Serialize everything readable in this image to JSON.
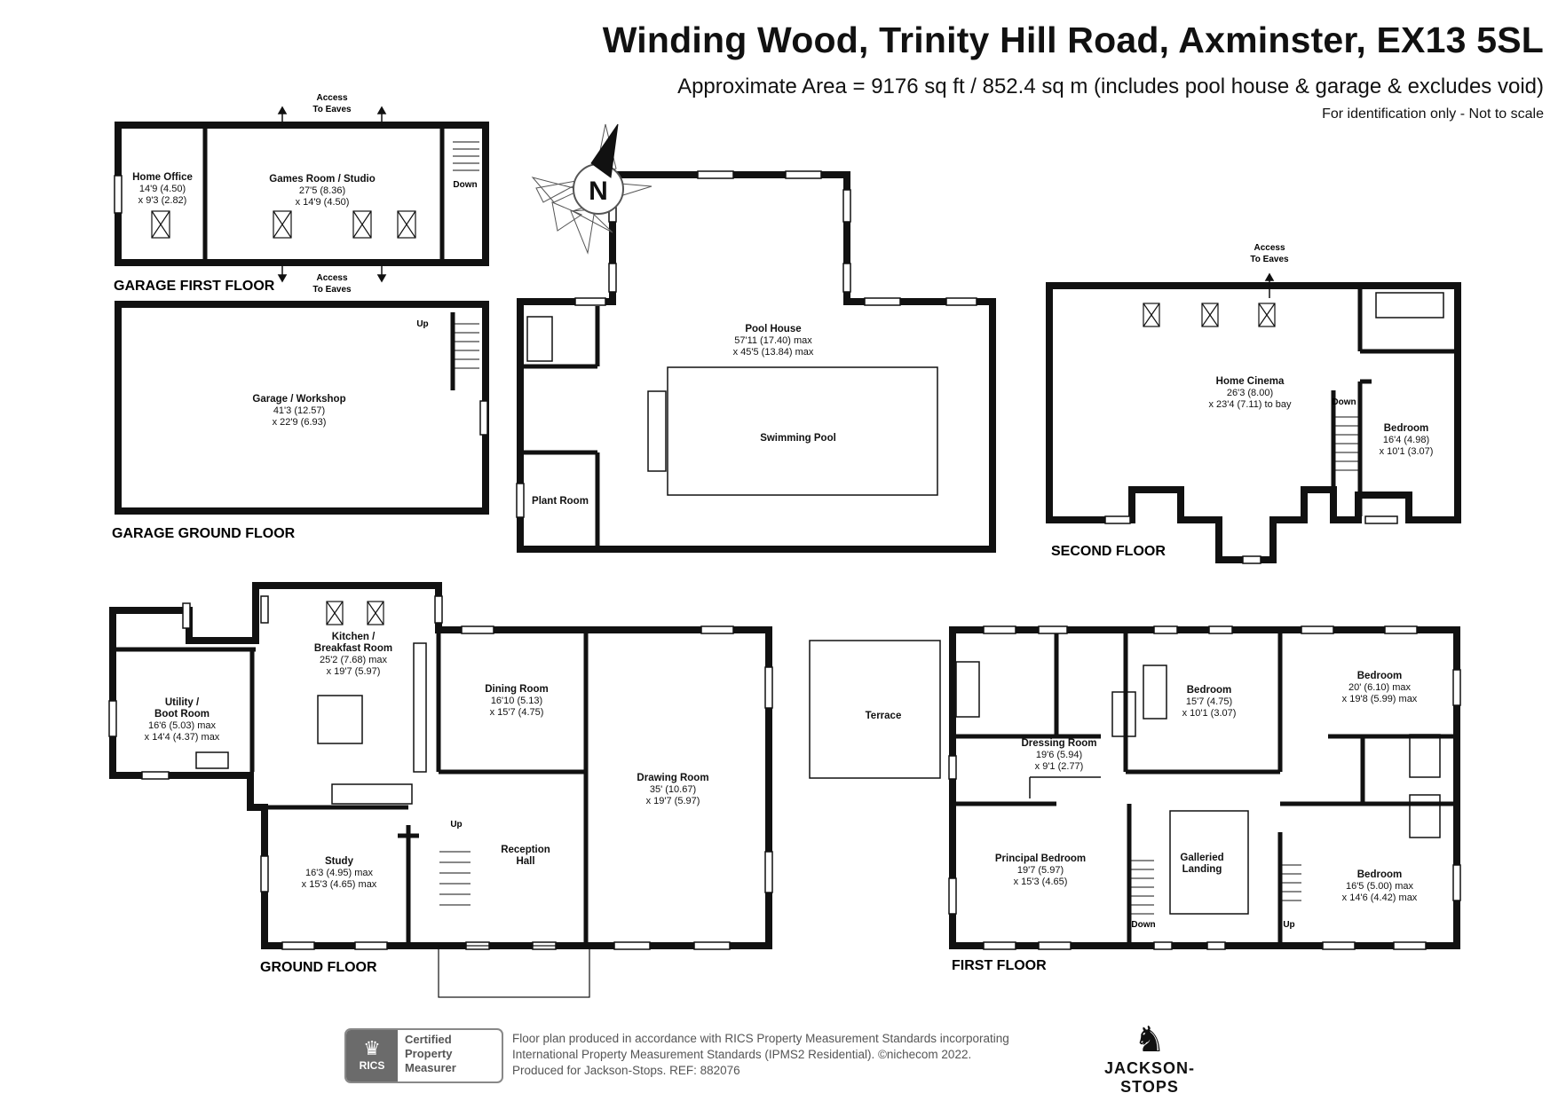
{
  "header": {
    "title": "Winding Wood, Trinity Hill Road, Axminster, EX13 5SL",
    "subtitle": "Approximate Area = 9176 sq ft / 852.4 sq m (includes pool house & garage & excludes void)",
    "note": "For identification only - Not to scale"
  },
  "compass": {
    "label": "N"
  },
  "floors": {
    "garage_first": "GARAGE FIRST FLOOR",
    "garage_ground": "GARAGE GROUND FLOOR",
    "ground": "GROUND FLOOR",
    "first": "FIRST FLOOR",
    "second": "SECOND FLOOR"
  },
  "labels": {
    "access": "Access",
    "to_eaves": "To Eaves",
    "down": "Down",
    "up": "Up"
  },
  "rooms": {
    "home_office": {
      "name": "Home Office",
      "d1": "14'9 (4.50)",
      "d2": "x 9'3 (2.82)"
    },
    "games_room": {
      "name": "Games Room / Studio",
      "d1": "27'5 (8.36)",
      "d2": "x 14'9 (4.50)"
    },
    "garage": {
      "name": "Garage / Workshop",
      "d1": "41'3 (12.57)",
      "d2": "x 22'9 (6.93)"
    },
    "pool_house": {
      "name": "Pool House",
      "d1": "57'11 (17.40) max",
      "d2": "x 45'5 (13.84) max"
    },
    "swimming_pool": {
      "name": "Swimming Pool"
    },
    "plant_room": {
      "name": "Plant Room"
    },
    "home_cinema": {
      "name": "Home Cinema",
      "d1": "26'3 (8.00)",
      "d2": "x 23'4 (7.11) to bay"
    },
    "bedroom_2f": {
      "name": "Bedroom",
      "d1": "16'4 (4.98)",
      "d2": "x 10'1 (3.07)"
    },
    "kitchen": {
      "name1": "Kitchen /",
      "name2": "Breakfast Room",
      "d1": "25'2 (7.68) max",
      "d2": "x 19'7 (5.97)"
    },
    "utility": {
      "name1": "Utility /",
      "name2": "Boot Room",
      "d1": "16'6 (5.03) max",
      "d2": "x 14'4 (4.37) max"
    },
    "dining": {
      "name": "Dining Room",
      "d1": "16'10 (5.13)",
      "d2": "x 15'7 (4.75)"
    },
    "drawing": {
      "name": "Drawing Room",
      "d1": "35' (10.67)",
      "d2": "x 19'7 (5.97)"
    },
    "study": {
      "name": "Study",
      "d1": "16'3 (4.95) max",
      "d2": "x 15'3 (4.65) max"
    },
    "reception": {
      "name1": "Reception",
      "name2": "Hall"
    },
    "terrace": {
      "name": "Terrace"
    },
    "dressing": {
      "name": "Dressing Room",
      "d1": "19'6 (5.94)",
      "d2": "x 9'1 (2.77)"
    },
    "bedroom_1a": {
      "name": "Bedroom",
      "d1": "15'7 (4.75)",
      "d2": "x 10'1 (3.07)"
    },
    "bedroom_1b": {
      "name": "Bedroom",
      "d1": "20' (6.10) max",
      "d2": "x 19'8 (5.99) max"
    },
    "principal": {
      "name": "Principal Bedroom",
      "d1": "19'7 (5.97)",
      "d2": "x 15'3 (4.65)"
    },
    "galleried": {
      "name1": "Galleried",
      "name2": "Landing"
    },
    "bedroom_1c": {
      "name": "Bedroom",
      "d1": "16'5 (5.00) max",
      "d2": "x 14'6 (4.42) max"
    }
  },
  "footer": {
    "line1": "Floor plan produced in accordance with RICS Property Measurement Standards incorporating",
    "line2": "International Property Measurement Standards (IPMS2 Residential).  ©nichecom 2022.",
    "line3": "Produced for Jackson-Stops.   REF:  882076",
    "badge_left": "RICS",
    "badge_line1": "Certified",
    "badge_line2": "Property",
    "badge_line3": "Measurer",
    "brand": "JACKSON-STOPS"
  }
}
